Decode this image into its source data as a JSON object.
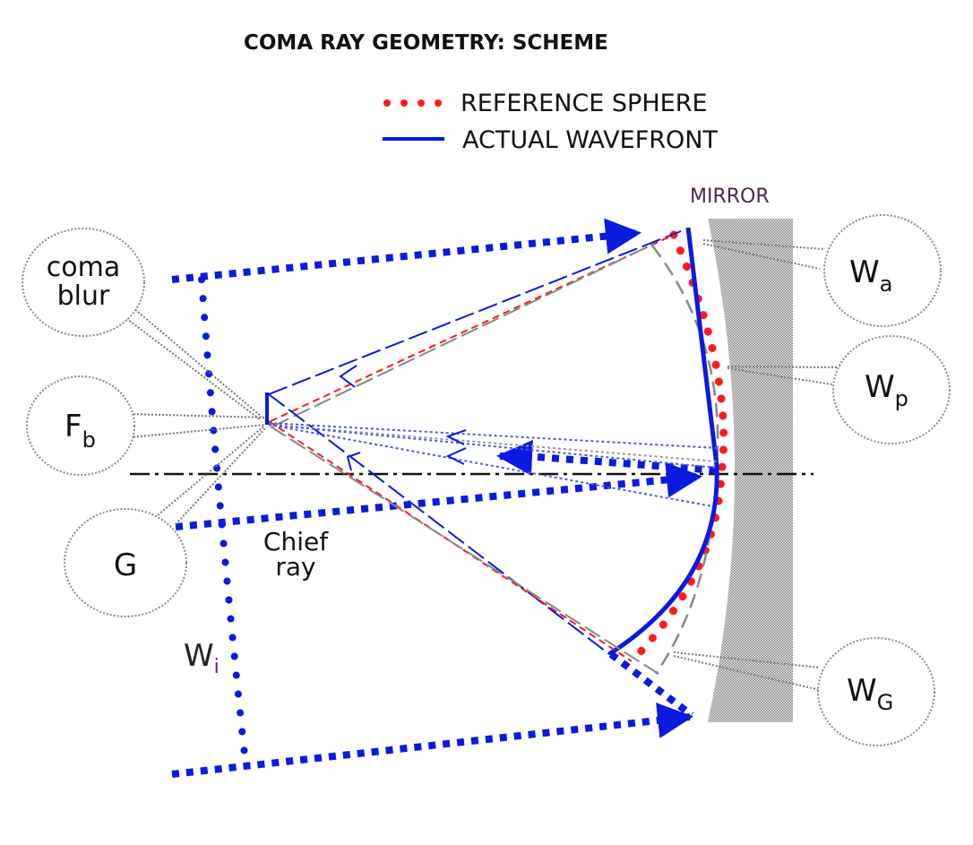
{
  "title": "COMA RAY GEOMETRY: SCHEME",
  "legend": {
    "reference_sphere": {
      "label": "REFERENCE SPHERE",
      "color": "#ff1a1a"
    },
    "actual_wavefront": {
      "label": "ACTUAL WAVEFRONT",
      "color": "#0a1adf"
    }
  },
  "mirror_label": "MIRROR",
  "bubbles": {
    "coma_blur": {
      "line1": "coma",
      "line2": "blur"
    },
    "fb": {
      "main": "F",
      "sub": "b"
    },
    "g": {
      "main": "G"
    },
    "wa": {
      "main": "W",
      "sub": "a"
    },
    "wp": {
      "main": "W",
      "sub": "p"
    },
    "wg": {
      "main": "W",
      "sub": "G"
    }
  },
  "chief_ray": {
    "line1": "Chief",
    "line2": "ray"
  },
  "wi": {
    "main": "W",
    "sub": "i"
  },
  "colors": {
    "ray_blue": "#0a1adf",
    "reference_red": "#ff1a1a",
    "mirror_gray": "#b0b0b0",
    "guide_gray": "#888888",
    "axis_black": "#111111"
  }
}
